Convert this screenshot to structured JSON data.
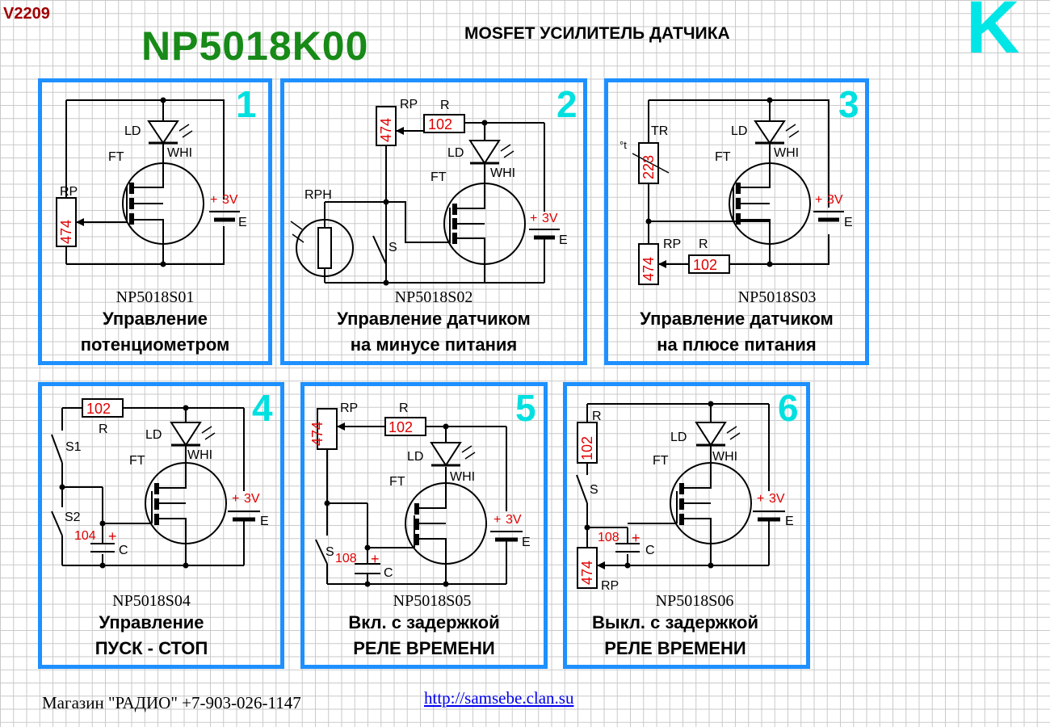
{
  "header": {
    "version": "V2209",
    "product_code": "NP5018K00",
    "title": "MOSFET УСИЛИТЕЛЬ ДАТЧИКА",
    "letter": "K"
  },
  "panels": [
    {
      "number": "1",
      "code": "NP5018S01",
      "desc_line1": "Управление",
      "desc_line2": "потенциометром",
      "labels": {
        "rp": "RP",
        "rp_val": "474",
        "ld": "LD",
        "whi": "WHI",
        "ft": "FT",
        "plus": "+",
        "volt": "3V",
        "e": "E"
      }
    },
    {
      "number": "2",
      "code": "NP5018S02",
      "desc_line1": "Управление датчиком",
      "desc_line2": "на минусе питания",
      "labels": {
        "rp": "RP",
        "rp_val": "474",
        "r": "R",
        "r_val": "102",
        "ld": "LD",
        "whi": "WHI",
        "ft": "FT",
        "rph": "RPH",
        "s": "S",
        "plus": "+",
        "volt": "3V",
        "e": "E"
      }
    },
    {
      "number": "3",
      "code": "NP5018S03",
      "desc_line1": "Управление датчиком",
      "desc_line2": "на плюсе питания",
      "labels": {
        "tr": "TR",
        "tr_val": "223",
        "t": "°t",
        "ld": "LD",
        "whi": "WHI",
        "ft": "FT",
        "rp": "RP",
        "rp_val": "474",
        "r": "R",
        "r_val": "102",
        "plus": "+",
        "volt": "3V",
        "e": "E"
      }
    },
    {
      "number": "4",
      "code": "NP5018S04",
      "desc_line1": "Управление",
      "desc_line2": "ПУСК - СТОП",
      "labels": {
        "r_val": "102",
        "r": "R",
        "s1": "S1",
        "s2": "S2",
        "ld": "LD",
        "whi": "WHI",
        "ft": "FT",
        "c_val": "104",
        "c_plus": "+",
        "c": "C",
        "plus": "+",
        "volt": "3V",
        "e": "E"
      }
    },
    {
      "number": "5",
      "code": "NP5018S05",
      "desc_line1": "Вкл. с задержкой",
      "desc_line2": "РЕЛЕ ВРЕМЕНИ",
      "labels": {
        "rp": "RP",
        "rp_val": "474",
        "r": "R",
        "r_val": "102",
        "ld": "LD",
        "whi": "WHI",
        "ft": "FT",
        "s": "S",
        "c_val": "108",
        "c_plus": "+",
        "c": "C",
        "plus": "+",
        "volt": "3V",
        "e": "E"
      }
    },
    {
      "number": "6",
      "code": "NP5018S06",
      "desc_line1": "Выкл. с задержкой",
      "desc_line2": "РЕЛЕ ВРЕМЕНИ",
      "labels": {
        "r": "R",
        "r_val": "102",
        "s": "S",
        "ld": "LD",
        "whi": "WHI",
        "ft": "FT",
        "c_val": "108",
        "c_plus": "+",
        "c": "C",
        "rp_val": "474",
        "rp": "RP",
        "plus": "+",
        "volt": "3V",
        "e": "E"
      }
    }
  ],
  "footer": {
    "shop": "Магазин \"РАДИО\" +7-903-026-1147",
    "url": "http://samsebe.clan.su"
  },
  "colors": {
    "panel_border": "#1e90ff",
    "number": "#00e0e0",
    "code": "#178a17",
    "version": "#a00000",
    "component_value": "#e00000"
  }
}
